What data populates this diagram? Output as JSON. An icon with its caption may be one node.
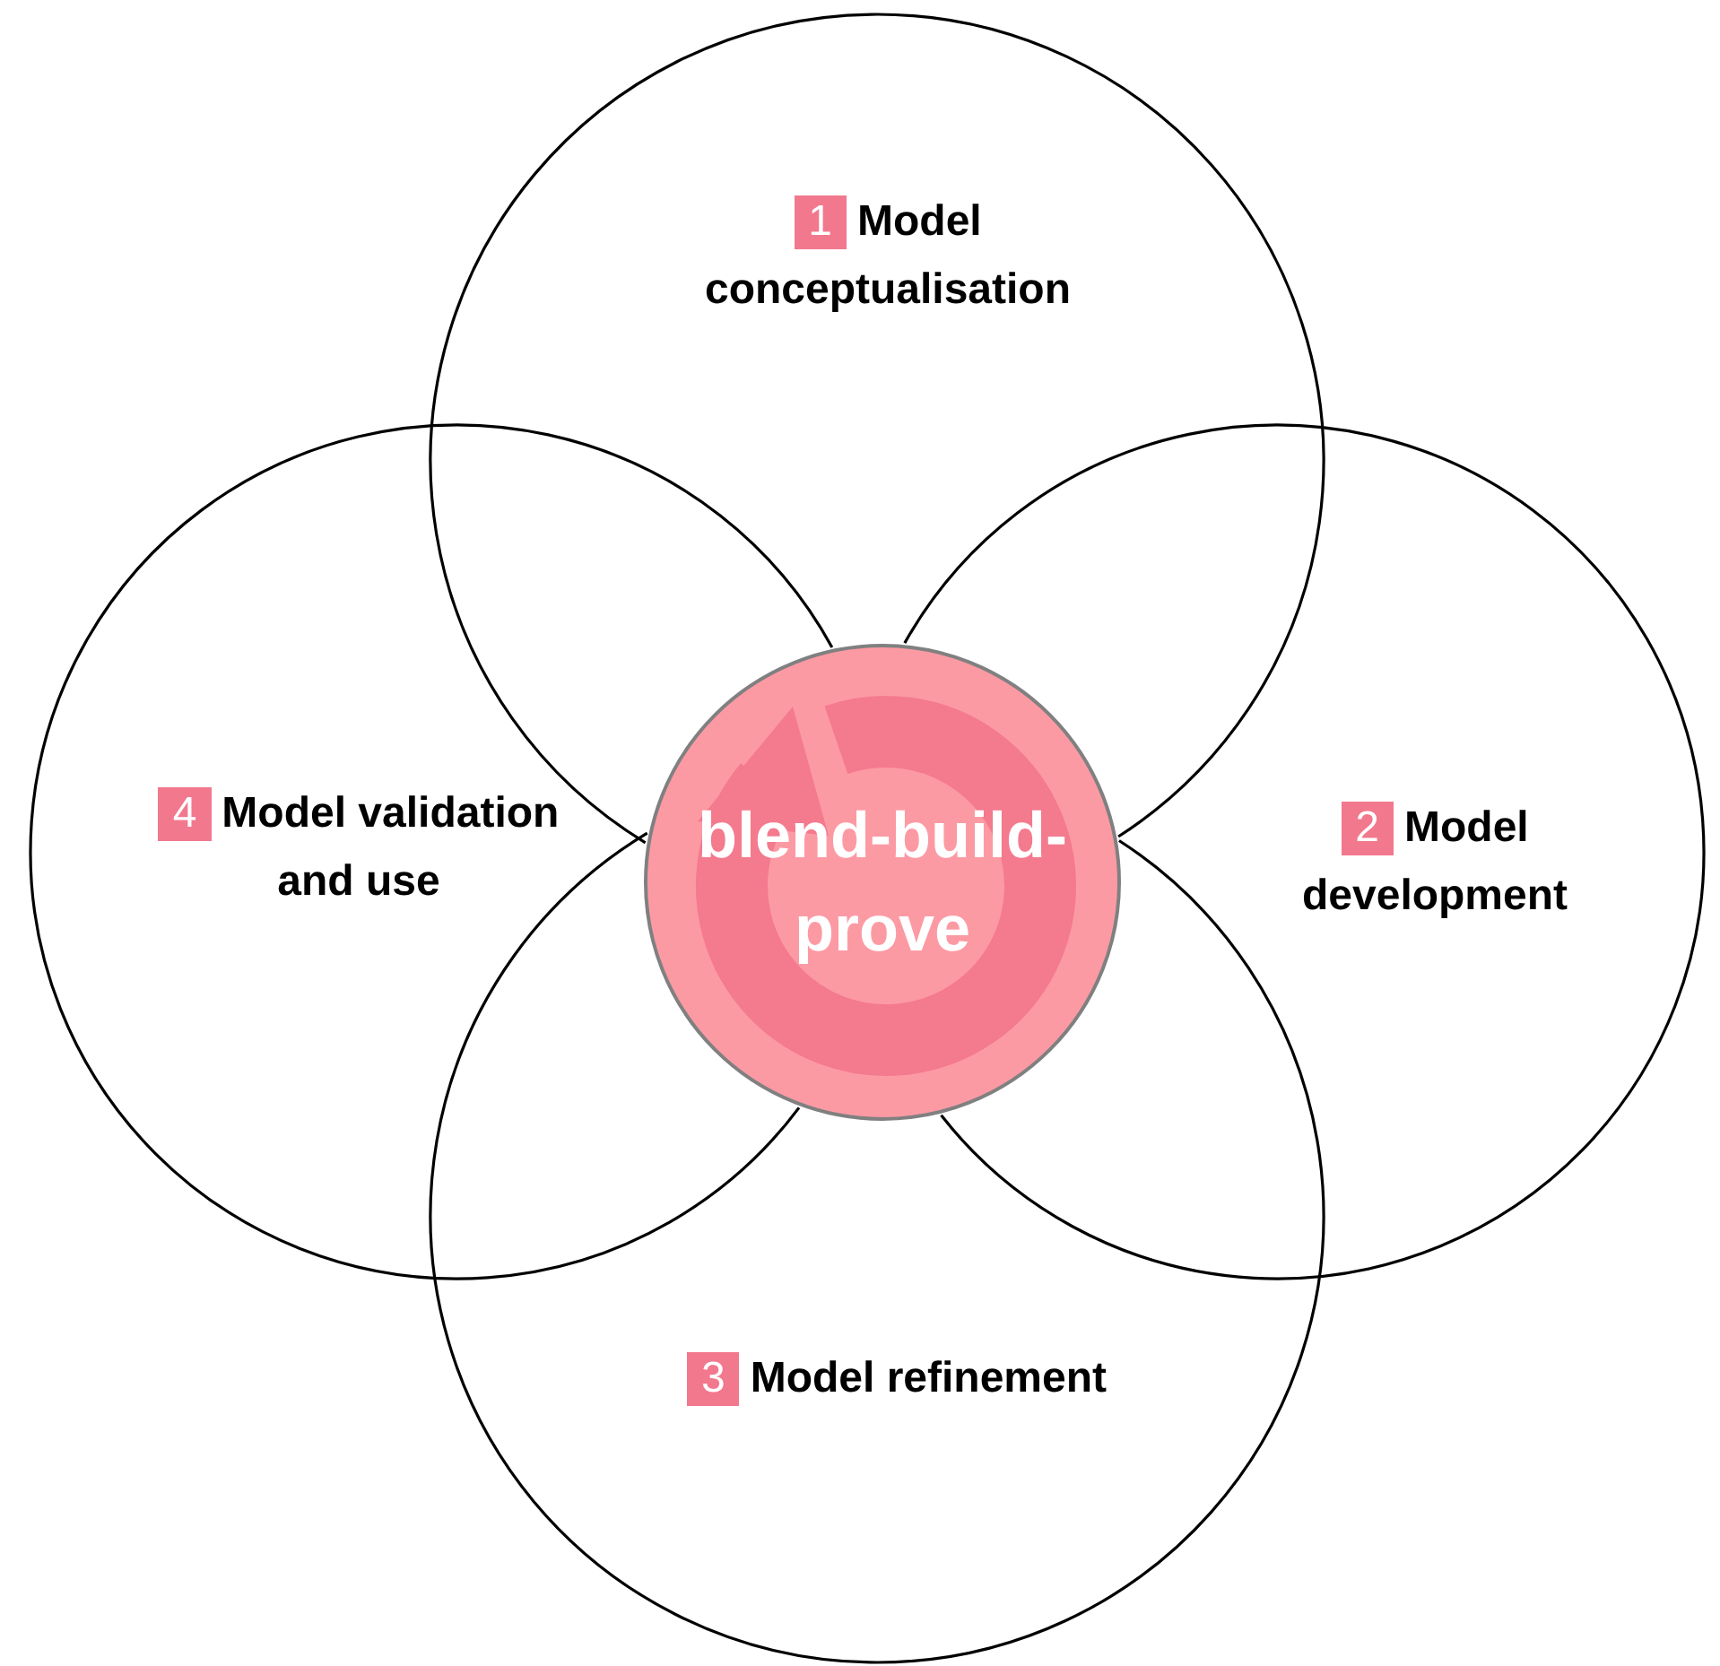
{
  "diagram": {
    "nodes": [
      {
        "text": [
          "1",
          "Model conceptualisation"
        ]
      },
      {
        "text": [
          "2",
          "Model development"
        ]
      },
      {
        "text": [
          "3",
          "Model refinement"
        ]
      },
      {
        "text": [
          "4",
          "Model validation and use"
        ]
      },
      {
        "text": [
          "blend-build-prove"
        ]
      }
    ],
    "edges": []
  }
}
